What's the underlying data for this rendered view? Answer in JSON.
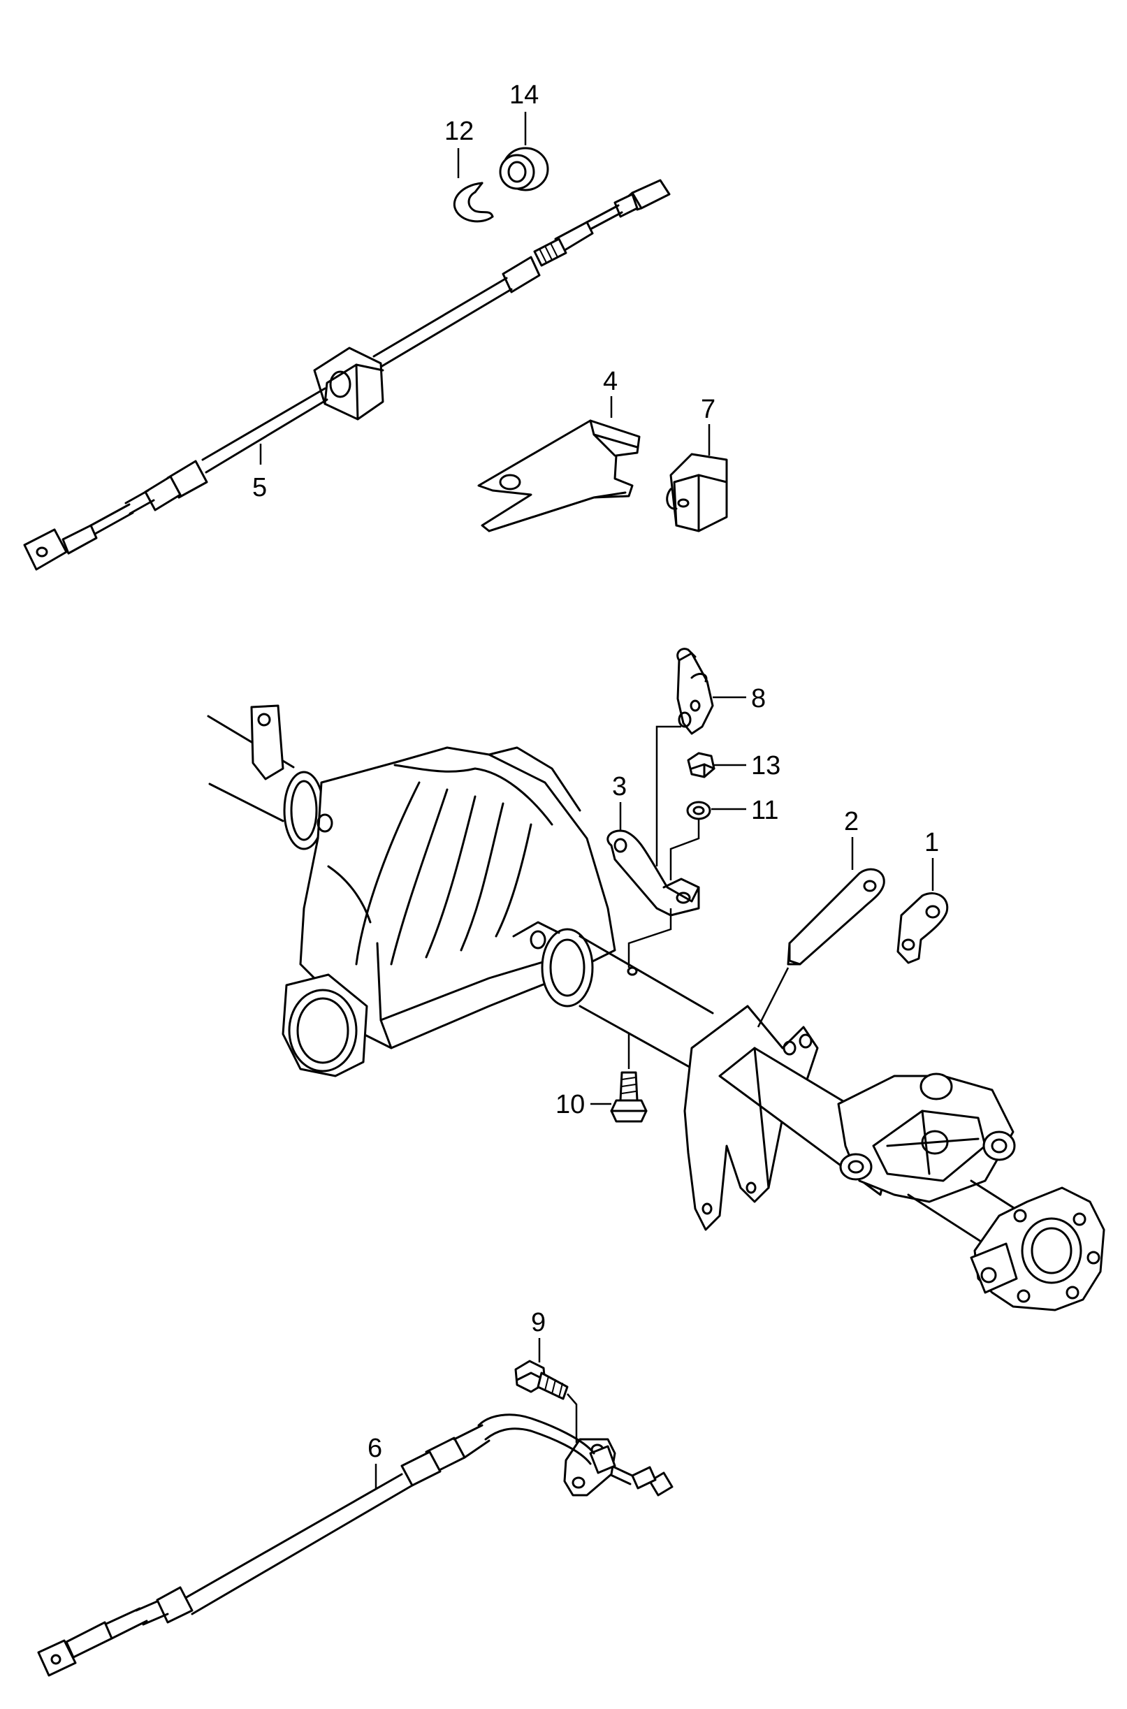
{
  "callouts": {
    "p1": "1",
    "p2": "2",
    "p3": "3",
    "p4": "4",
    "p5": "5",
    "p6": "6",
    "p7": "7",
    "p8": "8",
    "p9": "9",
    "p10": "10",
    "p11": "11",
    "p12": "12",
    "p13": "13",
    "p14": "14"
  },
  "colors": {
    "line": "#000000",
    "background": "#ffffff"
  }
}
